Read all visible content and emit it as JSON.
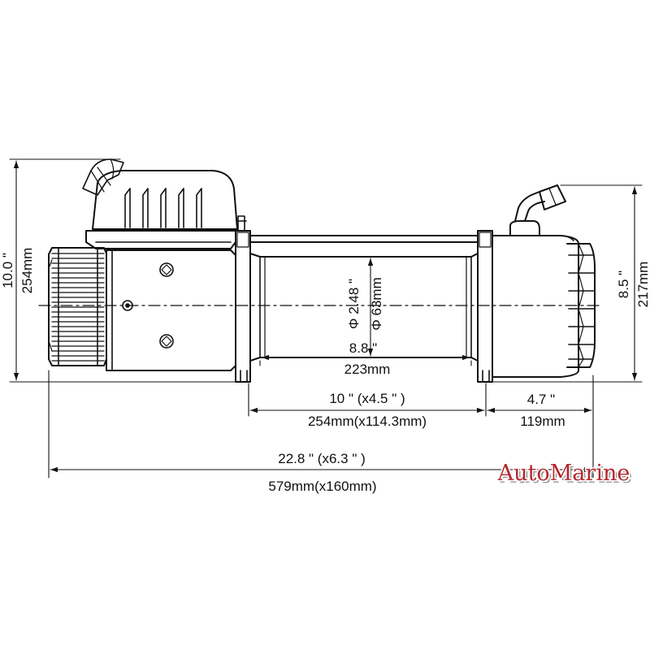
{
  "brand": {
    "name": "AutoMarine",
    "text_color": "#b4282e",
    "outline_color": "#ffffff",
    "shadow_color": "#9a9a9a"
  },
  "dimensions": {
    "overall_height_in": "10.0 \"",
    "overall_height_mm": "254mm",
    "gearbox_height_in": "8.5 \"",
    "gearbox_height_mm": "217mm",
    "drum_diameter_in": "Φ 2.48 \"",
    "drum_diameter_mm": "Φ 63mm",
    "drum_length_in": "8.8 \"",
    "drum_length_mm": "223mm",
    "mount_spacing_in": "10 \" (x4.5 \" )",
    "mount_spacing_mm": "254mm(x114.3mm)",
    "gearbox_length_in": "4.7 \"",
    "gearbox_length_mm": "119mm",
    "overall_length_in": "22.8 \" (x6.3 \" )",
    "overall_length_mm": "579mm(x160mm)"
  },
  "colors": {
    "line": "#111111",
    "background": "#ffffff"
  }
}
